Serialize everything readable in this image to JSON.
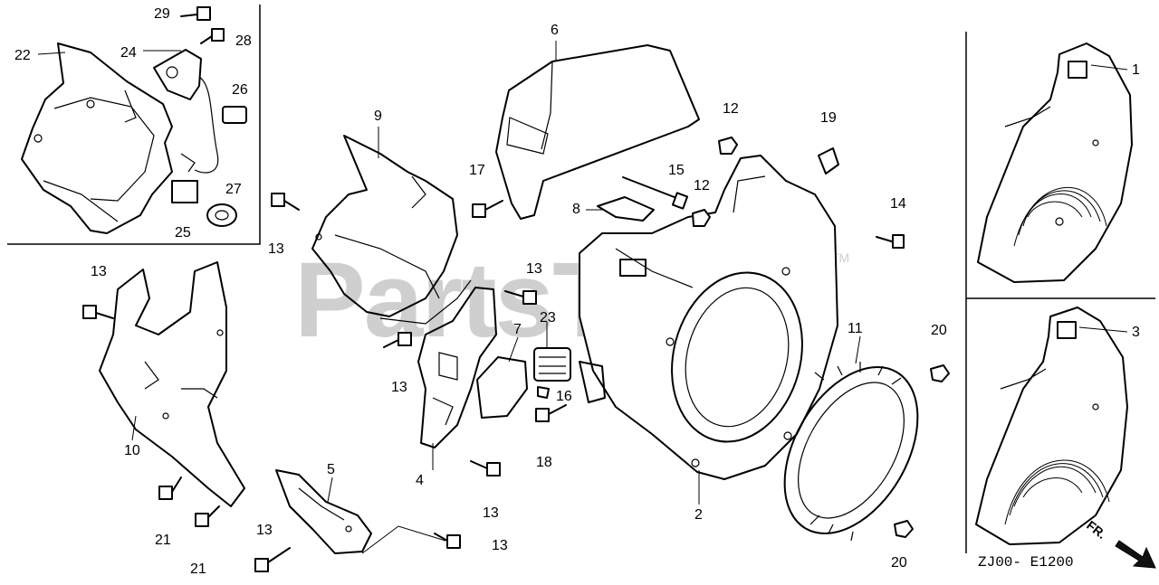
{
  "watermark": {
    "text": "PartsTree",
    "trademark": "TM"
  },
  "drawing_code": "ZJ00- E1200",
  "direction_label": "FR.",
  "callouts": [
    "1",
    "2",
    "3",
    "4",
    "5",
    "6",
    "7",
    "8",
    "9",
    "10",
    "11",
    "12",
    "12",
    "13",
    "13",
    "13",
    "13",
    "13",
    "13",
    "13",
    "14",
    "15",
    "16",
    "17",
    "18",
    "19",
    "20",
    "20",
    "21",
    "21",
    "22",
    "23",
    "24",
    "25",
    "26",
    "27",
    "28",
    "29"
  ]
}
